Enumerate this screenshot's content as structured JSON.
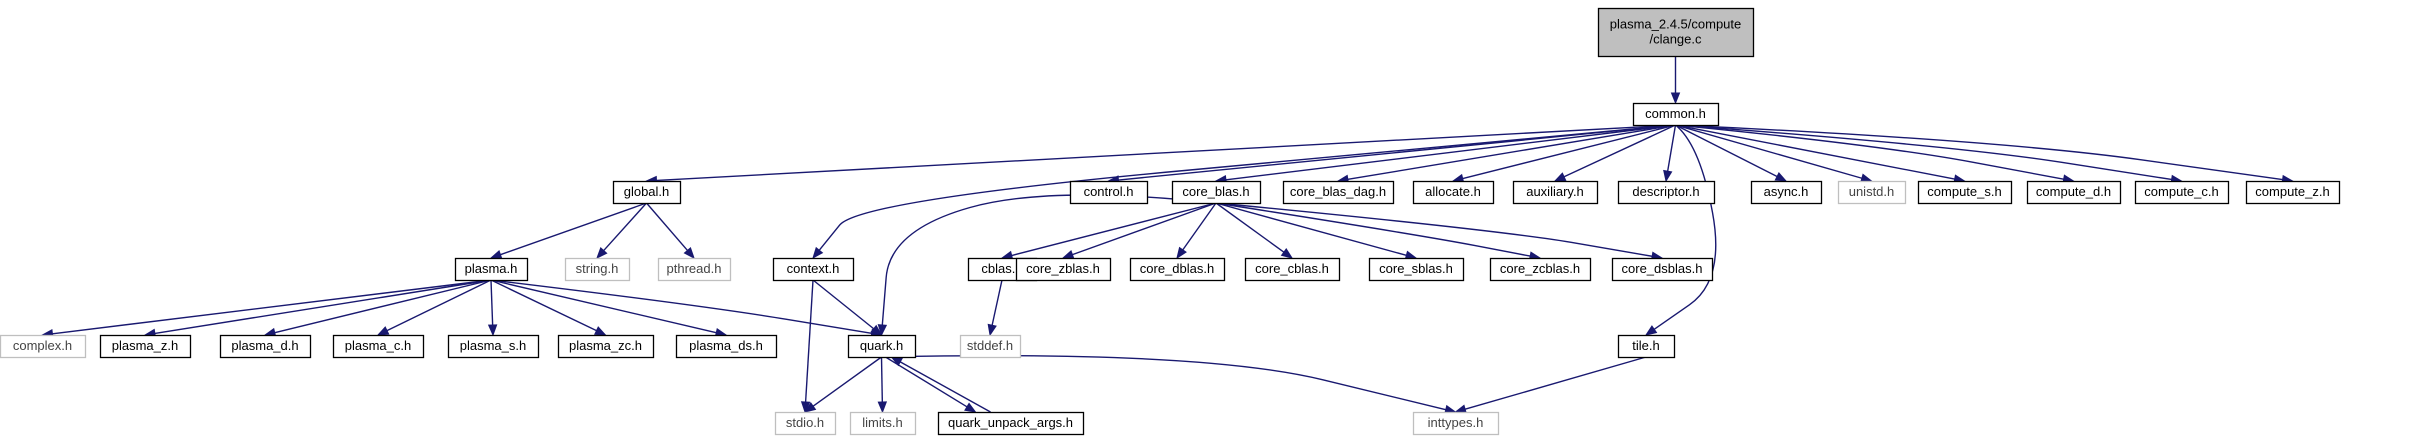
{
  "graph": {
    "title": "plasma_2.4.5/compute/clange.c",
    "colors": {
      "edge": "#191970",
      "root_fill": "#bfbfbf",
      "node_border": "#000000",
      "external_border": "#bfbfbf"
    },
    "nodes": [
      {
        "id": "root",
        "lines": [
          "plasma_2.4.5/compute",
          "/clange.c"
        ],
        "kind": "root"
      },
      {
        "id": "common",
        "lines": [
          "common.h"
        ],
        "kind": "file"
      },
      {
        "id": "global",
        "lines": [
          "global.h"
        ],
        "kind": "file"
      },
      {
        "id": "control",
        "lines": [
          "control.h"
        ],
        "kind": "file"
      },
      {
        "id": "core_blas",
        "lines": [
          "core_blas.h"
        ],
        "kind": "file"
      },
      {
        "id": "core_blas_dag",
        "lines": [
          "core_blas_dag.h"
        ],
        "kind": "file"
      },
      {
        "id": "allocate",
        "lines": [
          "allocate.h"
        ],
        "kind": "file"
      },
      {
        "id": "auxiliary",
        "lines": [
          "auxiliary.h"
        ],
        "kind": "file"
      },
      {
        "id": "descriptor",
        "lines": [
          "descriptor.h"
        ],
        "kind": "file"
      },
      {
        "id": "async",
        "lines": [
          "async.h"
        ],
        "kind": "file"
      },
      {
        "id": "unistd",
        "lines": [
          "unistd.h"
        ],
        "kind": "external"
      },
      {
        "id": "compute_s",
        "lines": [
          "compute_s.h"
        ],
        "kind": "file"
      },
      {
        "id": "compute_d",
        "lines": [
          "compute_d.h"
        ],
        "kind": "file"
      },
      {
        "id": "compute_c",
        "lines": [
          "compute_c.h"
        ],
        "kind": "file"
      },
      {
        "id": "compute_z",
        "lines": [
          "compute_z.h"
        ],
        "kind": "file"
      },
      {
        "id": "plasma",
        "lines": [
          "plasma.h"
        ],
        "kind": "file"
      },
      {
        "id": "string",
        "lines": [
          "string.h"
        ],
        "kind": "external"
      },
      {
        "id": "pthread",
        "lines": [
          "pthread.h"
        ],
        "kind": "external"
      },
      {
        "id": "context",
        "lines": [
          "context.h"
        ],
        "kind": "file"
      },
      {
        "id": "cblas",
        "lines": [
          "cblas.h"
        ],
        "kind": "file"
      },
      {
        "id": "core_zblas",
        "lines": [
          "core_zblas.h"
        ],
        "kind": "file"
      },
      {
        "id": "core_dblas",
        "lines": [
          "core_dblas.h"
        ],
        "kind": "file"
      },
      {
        "id": "core_cblas",
        "lines": [
          "core_cblas.h"
        ],
        "kind": "file"
      },
      {
        "id": "core_sblas",
        "lines": [
          "core_sblas.h"
        ],
        "kind": "file"
      },
      {
        "id": "core_zcblas",
        "lines": [
          "core_zcblas.h"
        ],
        "kind": "file"
      },
      {
        "id": "core_dsblas",
        "lines": [
          "core_dsblas.h"
        ],
        "kind": "file"
      },
      {
        "id": "complex",
        "lines": [
          "complex.h"
        ],
        "kind": "external"
      },
      {
        "id": "plasma_z",
        "lines": [
          "plasma_z.h"
        ],
        "kind": "file"
      },
      {
        "id": "plasma_d",
        "lines": [
          "plasma_d.h"
        ],
        "kind": "file"
      },
      {
        "id": "plasma_c",
        "lines": [
          "plasma_c.h"
        ],
        "kind": "file"
      },
      {
        "id": "plasma_s",
        "lines": [
          "plasma_s.h"
        ],
        "kind": "file"
      },
      {
        "id": "plasma_zc",
        "lines": [
          "plasma_zc.h"
        ],
        "kind": "file"
      },
      {
        "id": "plasma_ds",
        "lines": [
          "plasma_ds.h"
        ],
        "kind": "file"
      },
      {
        "id": "quark",
        "lines": [
          "quark.h"
        ],
        "kind": "file"
      },
      {
        "id": "stddef",
        "lines": [
          "stddef.h"
        ],
        "kind": "external"
      },
      {
        "id": "tile",
        "lines": [
          "tile.h"
        ],
        "kind": "file"
      },
      {
        "id": "stdio",
        "lines": [
          "stdio.h"
        ],
        "kind": "external"
      },
      {
        "id": "limits",
        "lines": [
          "limits.h"
        ],
        "kind": "external"
      },
      {
        "id": "quark_unpack_args",
        "lines": [
          "quark_unpack_args.h"
        ],
        "kind": "file"
      },
      {
        "id": "inttypes",
        "lines": [
          "inttypes.h"
        ],
        "kind": "external"
      }
    ],
    "edges": [
      [
        "root",
        "common"
      ],
      [
        "common",
        "global"
      ],
      [
        "common",
        "context"
      ],
      [
        "common",
        "control"
      ],
      [
        "common",
        "core_blas"
      ],
      [
        "common",
        "core_blas_dag"
      ],
      [
        "common",
        "allocate"
      ],
      [
        "common",
        "auxiliary"
      ],
      [
        "common",
        "descriptor"
      ],
      [
        "common",
        "tile"
      ],
      [
        "common",
        "async"
      ],
      [
        "common",
        "unistd"
      ],
      [
        "common",
        "compute_s"
      ],
      [
        "common",
        "compute_d"
      ],
      [
        "common",
        "compute_c"
      ],
      [
        "common",
        "compute_z"
      ],
      [
        "global",
        "plasma"
      ],
      [
        "global",
        "string"
      ],
      [
        "global",
        "pthread"
      ],
      [
        "plasma",
        "complex"
      ],
      [
        "plasma",
        "plasma_z"
      ],
      [
        "plasma",
        "plasma_d"
      ],
      [
        "plasma",
        "plasma_c"
      ],
      [
        "plasma",
        "plasma_s"
      ],
      [
        "plasma",
        "plasma_zc"
      ],
      [
        "plasma",
        "plasma_ds"
      ],
      [
        "plasma",
        "quark"
      ],
      [
        "context",
        "stdio"
      ],
      [
        "context",
        "quark"
      ],
      [
        "core_blas",
        "quark"
      ],
      [
        "core_blas",
        "cblas"
      ],
      [
        "core_blas",
        "core_zblas"
      ],
      [
        "core_blas",
        "core_dblas"
      ],
      [
        "core_blas",
        "core_cblas"
      ],
      [
        "core_blas",
        "core_sblas"
      ],
      [
        "core_blas",
        "core_zcblas"
      ],
      [
        "core_blas",
        "core_dsblas"
      ],
      [
        "cblas",
        "stddef"
      ],
      [
        "quark",
        "stdio"
      ],
      [
        "quark",
        "limits"
      ],
      [
        "quark",
        "quark_unpack_args"
      ],
      [
        "quark",
        "inttypes"
      ],
      [
        "quark_unpack_args",
        "quark"
      ],
      [
        "tile",
        "inttypes"
      ]
    ]
  }
}
